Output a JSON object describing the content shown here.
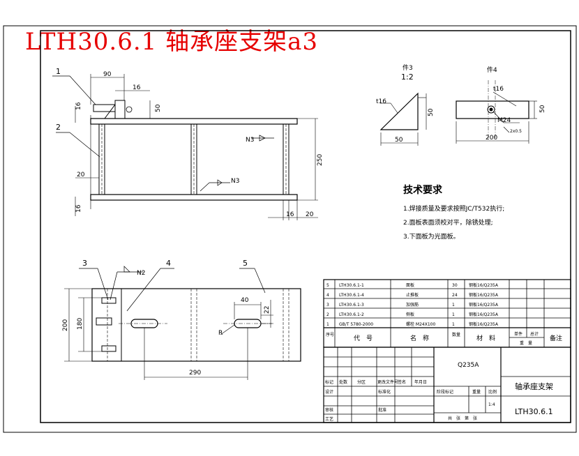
{
  "title": "LTH30.6.1 轴承座支架a3",
  "top_view": {
    "balloons": [
      "1",
      "2"
    ],
    "dims": {
      "d90": "90",
      "d16a": "16",
      "d16b": "16",
      "d50": "50",
      "d20a": "20",
      "d250": "250",
      "d16c": "16",
      "d16d": "16",
      "d20b": "20"
    },
    "weld1": "N3",
    "weld2": "N3"
  },
  "detail3": {
    "label": "件3",
    "scale": "1:2",
    "t": "t16",
    "h": "50",
    "w": "50"
  },
  "detail4": {
    "label": "件4",
    "t": "t16",
    "h": "50",
    "w": "200",
    "hole": "M24",
    "chamfer": "2x0.5"
  },
  "tech": {
    "heading": "技术要求",
    "items": [
      "1.焊接质量及要求按照JC/T532执行;",
      "2.面板表面须校对平，除锈处理;",
      "3.下面板为光面板。"
    ]
  },
  "front_view": {
    "balloons": [
      "3",
      "4",
      "5"
    ],
    "weld": "N2",
    "dims": {
      "d200": "200",
      "d180": "180",
      "d40": "40",
      "d22": "22",
      "dR": "R",
      "d290": "290"
    }
  },
  "bom": {
    "rows": [
      {
        "no": "5",
        "code": "LTH30.6.1-1",
        "name": "面板",
        "qty": "30",
        "material": "钢板16/Q235A"
      },
      {
        "no": "4",
        "code": "LTH30.6.1-4",
        "name": "止推板",
        "qty": "24",
        "material": "钢板16/Q235A"
      },
      {
        "no": "3",
        "code": "LTH30.6.1-3",
        "name": "加强筋",
        "qty": "1",
        "material": "钢板16/Q235A"
      },
      {
        "no": "2",
        "code": "LTH30.6.1-2",
        "name": "侧板",
        "qty": "1",
        "material": "钢板16/Q235A"
      },
      {
        "no": "1",
        "code": "GB/T 5780-2000",
        "name": "螺栓 M24X100",
        "qty": "1",
        "material": "钢板16/Q235A"
      }
    ],
    "header": {
      "no": "序号",
      "code": "代　号",
      "name": "名　称",
      "qty": "数量",
      "material": "材　料",
      "unit_weight": "单件",
      "total_weight": "总计",
      "weight": "重　量",
      "remark": "备注"
    }
  },
  "title_block": {
    "material": "Q235A",
    "drawing_name": "轴承座支架",
    "drawing_no": "LTH30.6.1",
    "scale": "1:4",
    "stage": "阶段标记",
    "weight": "重量",
    "ratio": "比例",
    "sheets": "共　张　第　张",
    "rev_headers": [
      "标记",
      "处数",
      "分区",
      "更改文件号",
      "签名",
      "年月日"
    ],
    "roles": [
      "设计",
      "标准化",
      "审核",
      "工艺",
      "批准"
    ]
  }
}
